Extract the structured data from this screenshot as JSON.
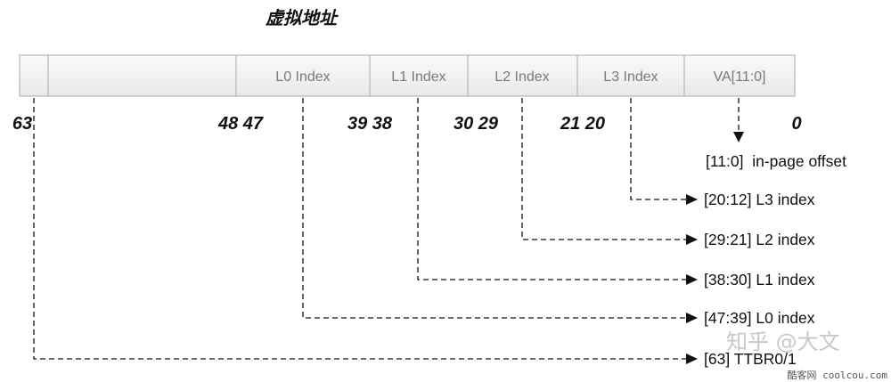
{
  "title": "虚拟地址",
  "fields": [
    {
      "label": ""
    },
    {
      "label": ""
    },
    {
      "label": "L0 Index"
    },
    {
      "label": "L1 Index"
    },
    {
      "label": "L2 Index"
    },
    {
      "label": "L3 Index"
    },
    {
      "label": "VA[11:0]"
    }
  ],
  "bit_positions": [
    "63",
    "48 47",
    "39 38",
    "30 29",
    "21 20",
    "0"
  ],
  "mappings": [
    {
      "label": "[11:0]  in-page offset"
    },
    {
      "label": "[20:12] L3 index"
    },
    {
      "label": "[29:21] L2 index"
    },
    {
      "label": "[38:30] L1 index"
    },
    {
      "label": "[47:39] L0 index"
    },
    {
      "label": "[63] TTBR0/1"
    }
  ],
  "watermark": {
    "text": "知乎 @大文",
    "site": "酷客网 coolcou.com"
  },
  "colors": {
    "line": "#111111",
    "cell_border": "#a9a9a9",
    "field_text": "#7a7a7a"
  }
}
